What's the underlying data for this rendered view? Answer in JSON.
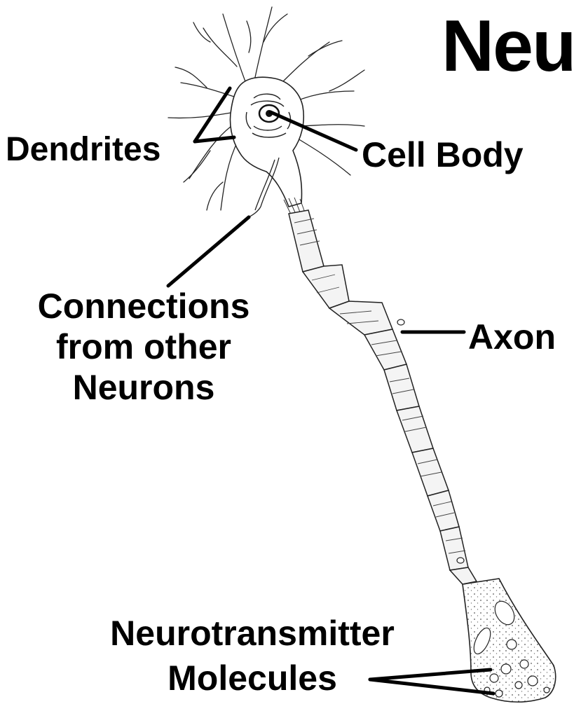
{
  "title": "Neu",
  "labels": {
    "dendrites": "Dendrites",
    "cell_body": "Cell Body",
    "connections": [
      "Connections",
      "from other",
      "Neurons"
    ],
    "axon": "Axon",
    "neurotransmitter": [
      "Neurotransmitter",
      "Molecules"
    ]
  },
  "colors": {
    "ink": "#000000",
    "background": "#ffffff",
    "shading": "#d9d9d9"
  }
}
